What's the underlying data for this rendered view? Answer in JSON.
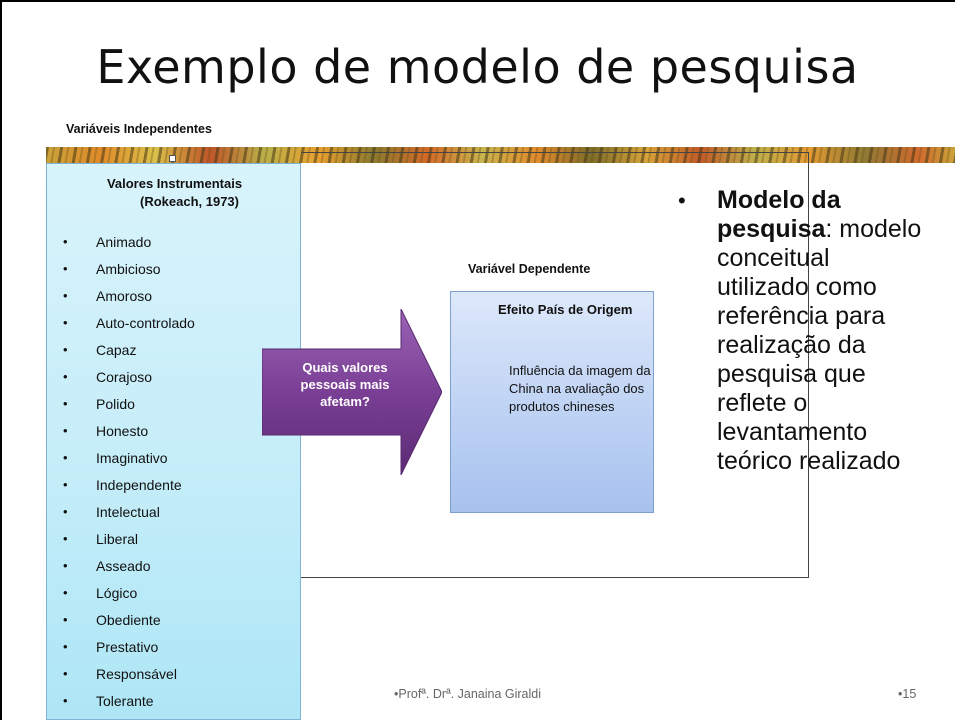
{
  "slide": {
    "title": "Exemplo de modelo de pesquisa",
    "independent_label": "Variáveis Independentes",
    "values_box": {
      "title": "Valores Instrumentais",
      "subtitle": "(Rokeach, 1973)",
      "items": [
        "Animado",
        "Ambicioso",
        "Amoroso",
        "Auto-controlado",
        "Capaz",
        "Corajoso",
        "Polido",
        "Honesto",
        "Imaginativo",
        "Independente",
        "Intelectual",
        "Liberal",
        "Asseado",
        "Lógico",
        "Obediente",
        "Prestativo",
        "Responsável",
        "Tolerante"
      ]
    },
    "arrow_text": "Quais valores pessoais mais afetam?",
    "dependent_label": "Variável Dependente",
    "effect_box": {
      "title": "Efeito País de Origem",
      "description": "Influência da imagem da China na avaliação dos produtos chineses"
    },
    "bullet": {
      "bold": "Modelo da pesquisa",
      "rest": ": modelo conceitual utilizado como referência para realização da pesquisa que reflete o levantamento teórico realizado"
    },
    "footer": {
      "author": "•Profª. Drª. Janaina Giraldi",
      "page": "•15"
    },
    "colors": {
      "values_box": "#c7eef9",
      "arrow": "#7a3f95",
      "effect_box": "#bed2f4"
    }
  }
}
